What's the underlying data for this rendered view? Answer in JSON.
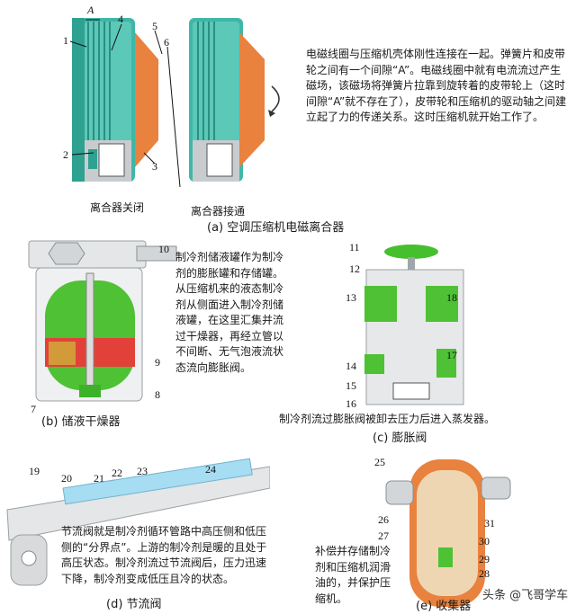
{
  "panel_a": {
    "label_A": "A",
    "callouts": [
      "1",
      "4",
      "5",
      "6",
      "2",
      "3"
    ],
    "caption_closed": "离合器关闭",
    "caption_engaged": "离合器接通",
    "caption": "(a) 空调压缩机电磁离合器",
    "description": "电磁线圈与压缩机壳体刚性连接在一起。弹簧片和皮带轮之间有一个间隙“A”。电磁线圈中就有电流流过产生磁场，该磁场将弹簧片拉靠到旋转着的皮带轮上（这时间隙“A”就不存在了），皮带轮和压缩机的驱动轴之间建立起了力的传递关系。这时压缩机就开始工作了。"
  },
  "panel_b": {
    "callouts": [
      "10",
      "9",
      "8",
      "7"
    ],
    "caption": "(b) 储液干燥器",
    "description": "制冷剂储液罐作为制冷剂的膨胀罐和存储罐。从压缩机来的液态制冷剂从侧面进入制冷剂储液罐，在这里汇集并流过干燥器，再经立管以不间断、无气泡液流状态流向膨胀阀。"
  },
  "panel_c": {
    "callouts": [
      "11",
      "12",
      "13",
      "18",
      "14",
      "17",
      "15",
      "16"
    ],
    "note": "制冷剂流过膨胀阀被卸去压力后进入蒸发器。",
    "caption": "(c) 膨胀阀"
  },
  "panel_d": {
    "callouts": [
      "19",
      "20",
      "21",
      "22",
      "23",
      "24"
    ],
    "caption": "(d) 节流阀",
    "description": "节流阀就是制冷剂循环管路中高压侧和低压侧的“分界点”。上游的制冷剂是暖的且处于高压状态。制冷剂流过节流阀后，压力迅速下降，制冷剂变成低压且冷的状态。"
  },
  "panel_e": {
    "callouts": [
      "25",
      "26",
      "27",
      "31",
      "30",
      "29",
      "28"
    ],
    "caption": "(e) 收集器",
    "description": "补偿并存储制冷剂和压缩机润滑油的，并保护压缩机。"
  },
  "watermark": "头条 @飞哥学车",
  "colors": {
    "teal": "#3fb7a8",
    "orange": "#e8823e",
    "green": "#55c53a",
    "red": "#e2413a",
    "blue": "#7fc4e6",
    "gray": "#c9ccce"
  }
}
